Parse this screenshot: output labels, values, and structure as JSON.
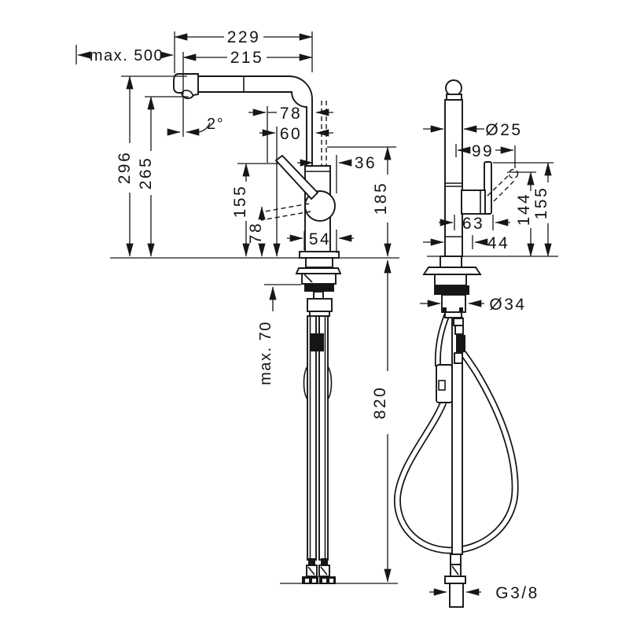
{
  "drawing": {
    "type": "kitchen-faucet installation dimension drawing",
    "line_color": "#161616",
    "background": "#ffffff"
  },
  "front": {
    "total_width": "229",
    "spout_reach": "215",
    "pullout_length": "max. 500",
    "spout_angle": "2°",
    "spray_offset": "78",
    "aerator_offset": "60",
    "hose_offset": "36",
    "total_height": "296",
    "spout_underside_height": "265",
    "lever_up_height": "155",
    "lever_down_height": "78",
    "spout_height_above_deck": "185",
    "base_width": "54",
    "deck_max_thickness": "max. 70",
    "hose_below_deck": "820"
  },
  "side": {
    "spout_diameter": "Ø25",
    "lever_reach": "99",
    "lever_top_height": "155",
    "lever_knob_height": "144",
    "body_depth": "63",
    "base_depth": "44",
    "shank_diameter": "Ø34",
    "supply_thread": "G3/8"
  }
}
